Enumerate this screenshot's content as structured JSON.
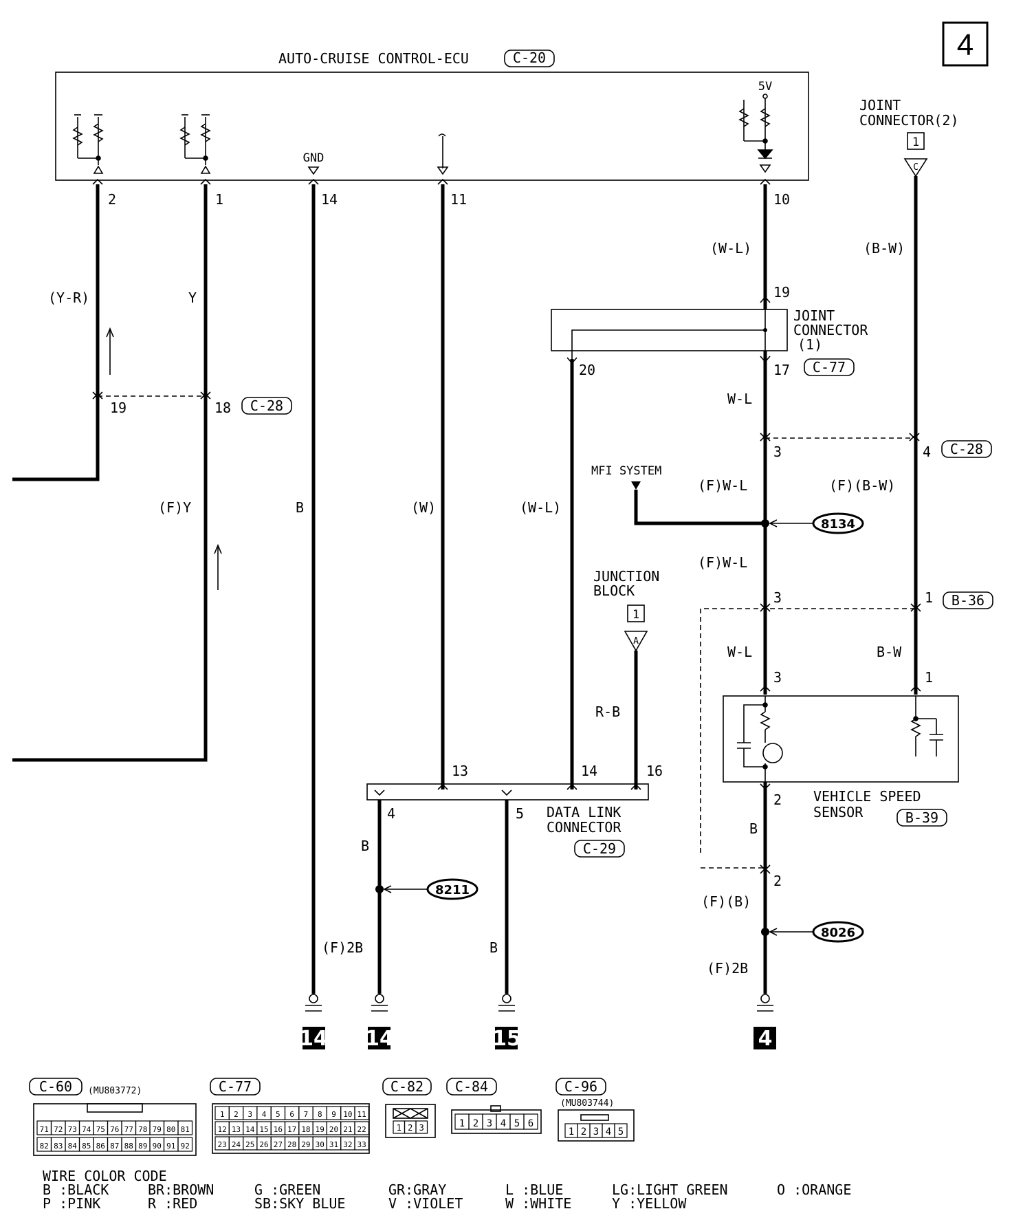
{
  "page_number": "4",
  "ecu": {
    "title": "AUTO-CRUISE CONTROL-ECU",
    "connector": "C-20",
    "gnd_label": "GND",
    "supply_label": "5V"
  },
  "ecu_pins": [
    "2",
    "1",
    "14",
    "11",
    "10"
  ],
  "wires": {
    "pin2": "(Y-R)",
    "pin1": "Y",
    "pin1_f": "(F)Y",
    "pin14": "B",
    "pin11": "(W)",
    "jc20": "(W-L)",
    "pin10": "(W-L)",
    "jc17": "W-L",
    "c28_3": "(F)W-L",
    "mfi_node": "(F)W-L",
    "b36_3": "W-L",
    "jc2": "(B-W)",
    "c28_4": "(F)(B-W)",
    "b36_1": "B-W",
    "jb": "R-B",
    "dlc4": "B",
    "dlc4_f": "(F)2B",
    "dlc5": "B",
    "vss2": "B",
    "vss2_f": "(F)(B)",
    "vss2_f2": "(F)2B"
  },
  "c28": {
    "connector": "C-28",
    "pins_left": [
      "19",
      "18"
    ],
    "pins_right": [
      "3",
      "4"
    ]
  },
  "joint1": {
    "title_line1": "JOINT",
    "title_line2": "CONNECTOR",
    "title_line3": "(1)",
    "connector": "C-77",
    "pin_in": "19",
    "pin_out": "17",
    "pin_side": "20"
  },
  "joint2": {
    "title_line1": "JOINT",
    "title_line2": "CONNECTOR(2)",
    "box": "1",
    "pin": "C"
  },
  "mfi": {
    "label": "MFI SYSTEM",
    "splice": "8134"
  },
  "b36": {
    "connector": "B-36",
    "pin_a": "3",
    "pin_b": "1"
  },
  "vss": {
    "title_line1": "VEHICLE SPEED",
    "title_line2": "SENSOR",
    "connector": "B-39",
    "pin_a": "3",
    "pin_b": "1",
    "pin_out": "2",
    "pin_out2": "2",
    "splice": "8026"
  },
  "junction": {
    "title_line1": "JUNCTION",
    "title_line2": "BLOCK",
    "box": "1",
    "pin": "A"
  },
  "dlc": {
    "title_line1": "DATA LINK",
    "title_line2": "CONNECTOR",
    "connector": "C-29",
    "pins_top": [
      "13",
      "14",
      "16"
    ],
    "pins_bottom": [
      "4",
      "5"
    ],
    "splice": "8211"
  },
  "grounds": [
    "14",
    "14",
    "15",
    "4"
  ],
  "connectors": [
    {
      "id": "C-60",
      "part": "(MU803772)",
      "row1": [
        "71",
        "72",
        "73",
        "74",
        "75",
        "76",
        "77",
        "78",
        "79",
        "80",
        "81"
      ],
      "row2": [
        "82",
        "83",
        "84",
        "85",
        "86",
        "87",
        "88",
        "89",
        "90",
        "91",
        "92"
      ]
    },
    {
      "id": "C-77",
      "row1": [
        "1",
        "2",
        "3",
        "4",
        "5",
        "6",
        "7",
        "8",
        "9",
        "10",
        "11"
      ],
      "row2": [
        "12",
        "13",
        "14",
        "15",
        "16",
        "17",
        "18",
        "19",
        "20",
        "21",
        "22"
      ],
      "row3": [
        "23",
        "24",
        "25",
        "26",
        "27",
        "28",
        "29",
        "30",
        "31",
        "32",
        "33"
      ]
    },
    {
      "id": "C-82",
      "row1": [
        "1",
        "2",
        "3"
      ]
    },
    {
      "id": "C-84",
      "row1": [
        "1",
        "2",
        "3",
        "4",
        "5",
        "6"
      ]
    },
    {
      "id": "C-96",
      "part": "(MU803744)",
      "row1": [
        "1",
        "2",
        "3",
        "4",
        "5"
      ]
    }
  ],
  "wire_color_code": {
    "title": "WIRE COLOR CODE",
    "row1": [
      "B :BLACK",
      "BR:BROWN",
      "G :GREEN",
      "GR:GRAY",
      "L :BLUE",
      "LG:LIGHT GREEN",
      "O :ORANGE"
    ],
    "row2": [
      "P :PINK",
      "R :RED",
      "SB:SKY BLUE",
      "V :VIOLET",
      "W :WHITE",
      "Y :YELLOW"
    ]
  }
}
